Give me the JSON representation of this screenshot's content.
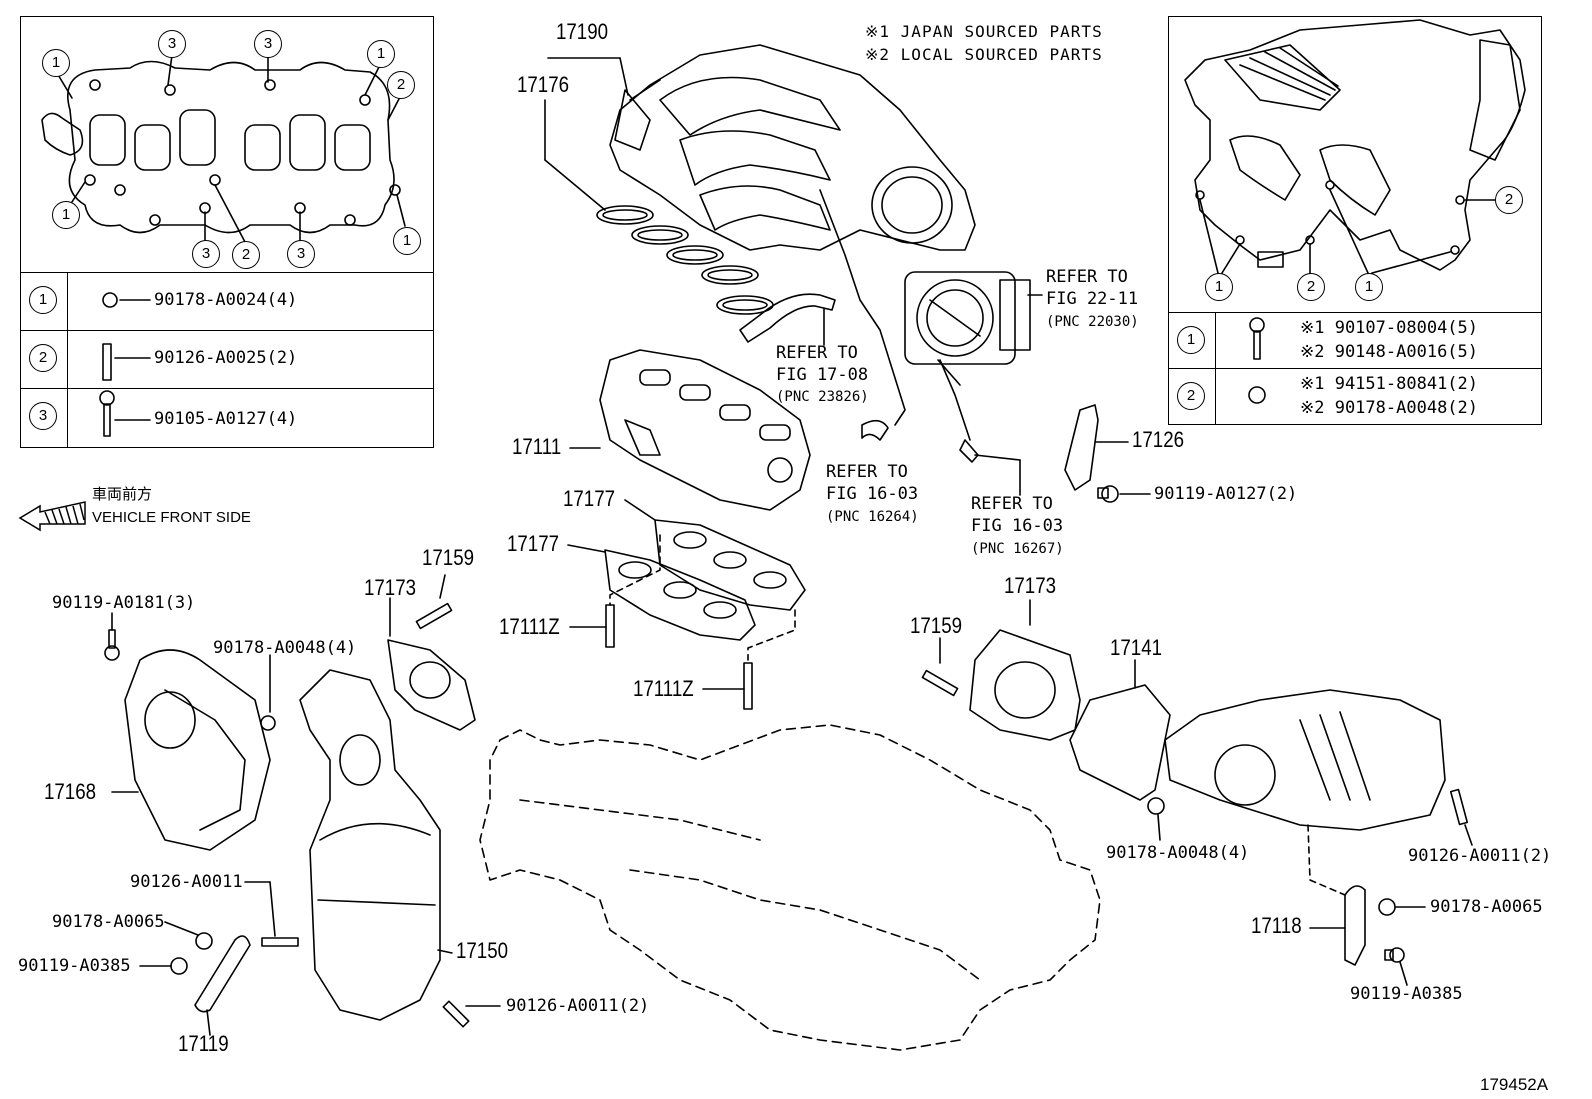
{
  "notes": {
    "note1": "※1 JAPAN SOURCED PARTS",
    "note2": "※2 LOCAL SOURCED PARTS"
  },
  "front": {
    "jp": "車両前方",
    "en": "VEHICLE FRONT SIDE"
  },
  "figure_id": "179452A",
  "left_table": {
    "rows": [
      {
        "circle": "1",
        "part": "90178-A0024(4)"
      },
      {
        "circle": "2",
        "part": "90126-A0025(2)"
      },
      {
        "circle": "3",
        "part": "90105-A0127(4)"
      }
    ]
  },
  "right_table": {
    "rows": [
      {
        "circle": "1",
        "line1": "※1 90107-08004(5)",
        "line2": "※2 90148-A0016(5)"
      },
      {
        "circle": "2",
        "line1": "※1 94151-80841(2)",
        "line2": "※2 90178-A0048(2)"
      }
    ]
  },
  "inset_left_circles": [
    "1",
    "3",
    "3",
    "1",
    "2",
    "1",
    "3",
    "2",
    "3",
    "1"
  ],
  "inset_right_circles": [
    "2",
    "1",
    "2",
    "1"
  ],
  "refs": {
    "r1": {
      "l1": "REFER TO",
      "l2": "FIG 22-11",
      "l3": "(PNC 22030)"
    },
    "r2": {
      "l1": "REFER TO",
      "l2": "FIG 17-08",
      "l3": "(PNC 23826)"
    },
    "r3": {
      "l1": "REFER TO",
      "l2": "FIG 16-03",
      "l3": "(PNC 16264)"
    },
    "r4": {
      "l1": "REFER TO",
      "l2": "FIG 16-03",
      "l3": "(PNC 16267)"
    }
  },
  "parts": {
    "p17190": "17190",
    "p17176": "17176",
    "p17111": "17111",
    "p17177a": "17177",
    "p17177b": "17177",
    "p17111Za": "17111Z",
    "p17111Zb": "17111Z",
    "p17159a": "17159",
    "p17173a": "17173",
    "p17159b": "17159",
    "p17173b": "17173",
    "p17141": "17141",
    "p17126": "17126",
    "p17168": "17168",
    "p17150": "17150",
    "p17119": "17119",
    "p17118": "17118",
    "b1": "90119-A0127(2)",
    "b2": "90119-A0181(3)",
    "b3": "90178-A0048(4)",
    "b4": "90178-A0048(4)",
    "b5": "90126-A0011(2)",
    "b6": "90126-A0011",
    "b7": "90178-A0065",
    "b8": "90119-A0385",
    "b9": "90126-A0011(2)",
    "b10": "90178-A0065",
    "b11": "90119-A0385"
  }
}
